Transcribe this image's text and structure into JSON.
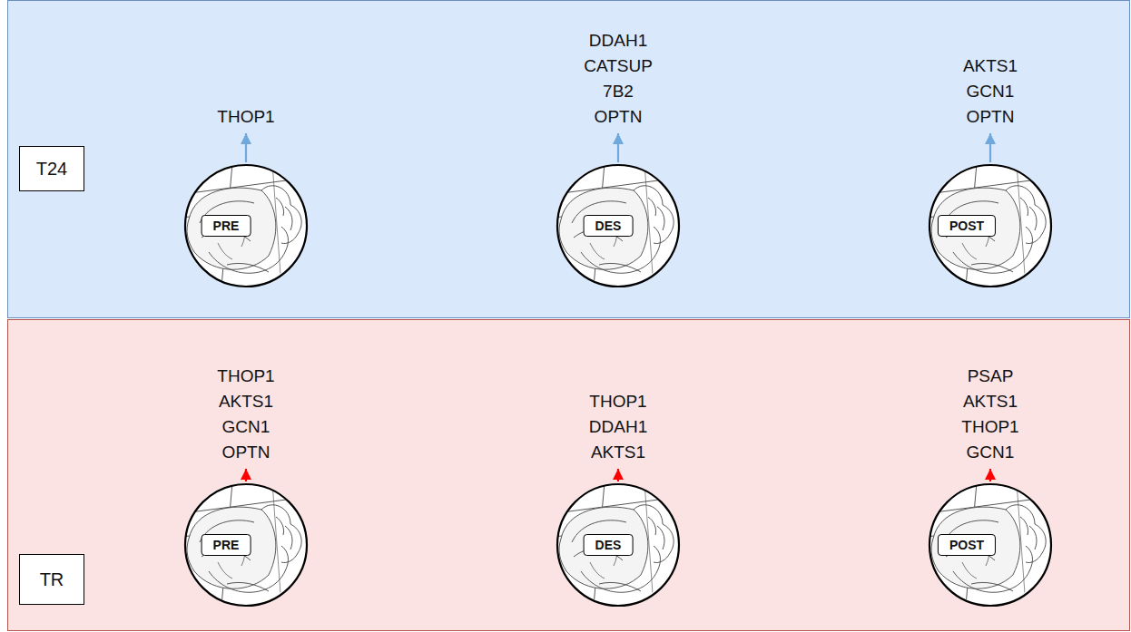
{
  "diagram": {
    "nodes": [
      {
        "text": [
          "T24"
        ]
      },
      {
        "text": [
          "THOP1"
        ],
        "in": 0
      },
      {
        "text": [
          "DDAH1",
          "CATSUP",
          "7B2",
          "OPTN"
        ],
        "in": 0
      },
      {
        "text": [
          "AKTS1",
          "GCN1",
          "OPTN"
        ],
        "in": 0
      },
      {
        "text": [
          "PRE"
        ],
        "in": 0
      },
      {
        "text": [
          "DES"
        ],
        "in": 0
      },
      {
        "text": [
          "POST"
        ],
        "in": 0
      },
      {
        "text": [
          "TR"
        ]
      },
      {
        "text": [
          "THOP1",
          "AKTS1",
          "GCN1",
          "OPTN"
        ],
        "in": 7
      },
      {
        "text": [
          "THOP1",
          "DDAH1",
          "AKTS1"
        ],
        "in": 7
      },
      {
        "text": [
          "PSAP",
          "AKTS1",
          "THOP1",
          "GCN1"
        ],
        "in": 7
      },
      {
        "text": [
          "PRE"
        ],
        "in": 7
      },
      {
        "text": [
          "DES"
        ],
        "in": 7
      },
      {
        "text": [
          "POST"
        ],
        "in": 7
      }
    ],
    "edges": [
      {
        "from": 4,
        "to": 1,
        "arrow": "to"
      },
      {
        "from": 5,
        "to": 2,
        "arrow": "to"
      },
      {
        "from": 6,
        "to": 3,
        "arrow": "to"
      },
      {
        "from": 11,
        "to": 8,
        "arrow": "to"
      },
      {
        "from": 12,
        "to": 9,
        "arrow": "to"
      },
      {
        "from": 13,
        "to": 10,
        "arrow": "to"
      }
    ]
  }
}
